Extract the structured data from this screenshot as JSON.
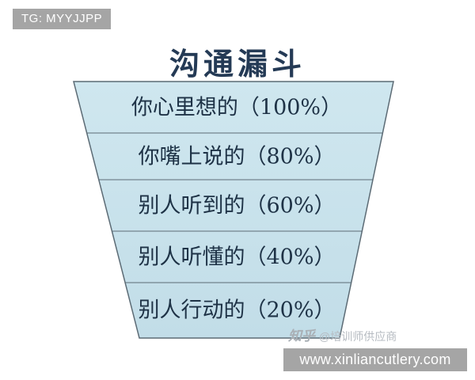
{
  "top_banner": {
    "text": "TG: MYYJJPP",
    "bg_color": "#a5a5a5",
    "text_color": "#ffffff"
  },
  "funnel": {
    "title": "沟通漏斗",
    "title_color": "#243a55",
    "fill_color_top": "#cfe7ef",
    "fill_color_bottom": "#c2dde8",
    "border_color": "#5c6b75",
    "text_color": "#1e3246",
    "levels": [
      {
        "label": "你心里想的（100%）",
        "name": "你心里想的",
        "percent": 100
      },
      {
        "label": "你嘴上说的（80%）",
        "name": "你嘴上说的",
        "percent": 80
      },
      {
        "label": "别人听到的（60%）",
        "name": "别人听到的",
        "percent": 60
      },
      {
        "label": "别人听懂的（40%）",
        "name": "别人听懂的",
        "percent": 40
      },
      {
        "label": "别人行动的（20%）",
        "name": "别人行动的",
        "percent": 20
      }
    ]
  },
  "watermark": {
    "logo": "知乎",
    "handle": "@培训师供应商",
    "color": "#b6bbc1"
  },
  "bottom_banner": {
    "text": "www.xinliancutlery.com",
    "bg_color": "#a5a5a5",
    "text_color": "#ffffff"
  },
  "chart_data": {
    "type": "funnel",
    "title": "沟通漏斗",
    "categories": [
      "你心里想的",
      "你嘴上说的",
      "别人听到的",
      "别人听懂的",
      "别人行动的"
    ],
    "values": [
      100,
      80,
      60,
      40,
      20
    ],
    "unit": "%",
    "orientation": "top-wide-bottom-narrow",
    "levels_top_to_bottom": [
      "你心里想的（100%）",
      "你嘴上说的（80%）",
      "别人听到的（60%）",
      "别人听懂的（40%）",
      "别人行动的（20%）"
    ]
  }
}
